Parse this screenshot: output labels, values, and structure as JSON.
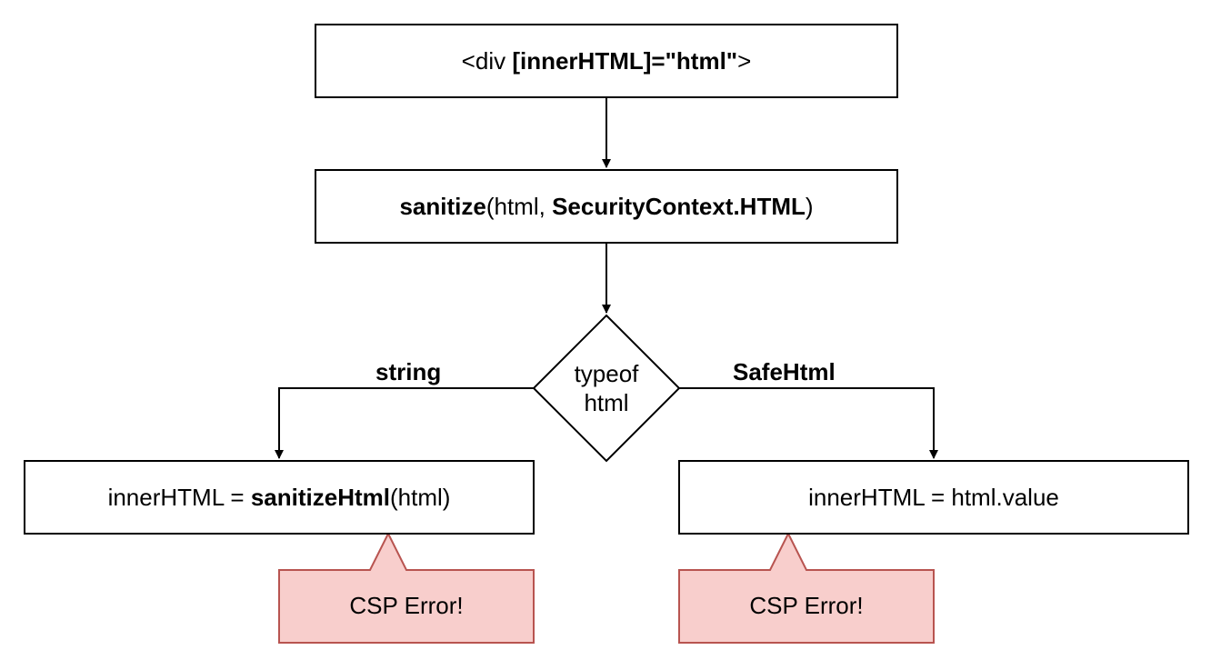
{
  "nodes": {
    "div_binding": {
      "prefix": "<div ",
      "binding": "[innerHTML]=\"html\"",
      "suffix": ">"
    },
    "sanitize_call": {
      "fn": "sanitize",
      "open": "(html, ",
      "context": "SecurityContext.HTML",
      "close": ")"
    },
    "decision": {
      "line1": "typeof",
      "line2": "html"
    },
    "string_branch": {
      "prefix": "innerHTML = ",
      "fn": "sanitizeHtml",
      "suffix": "(html)"
    },
    "safehtml_branch": {
      "text": "innerHTML = html.value"
    }
  },
  "edges": {
    "string_label": "string",
    "safehtml_label": "SafeHtml"
  },
  "callouts": {
    "left_error": "CSP Error!",
    "right_error": "CSP Error!"
  },
  "colors": {
    "stroke": "#000000",
    "callout_fill": "#f8cecc",
    "callout_stroke": "#b85450"
  }
}
